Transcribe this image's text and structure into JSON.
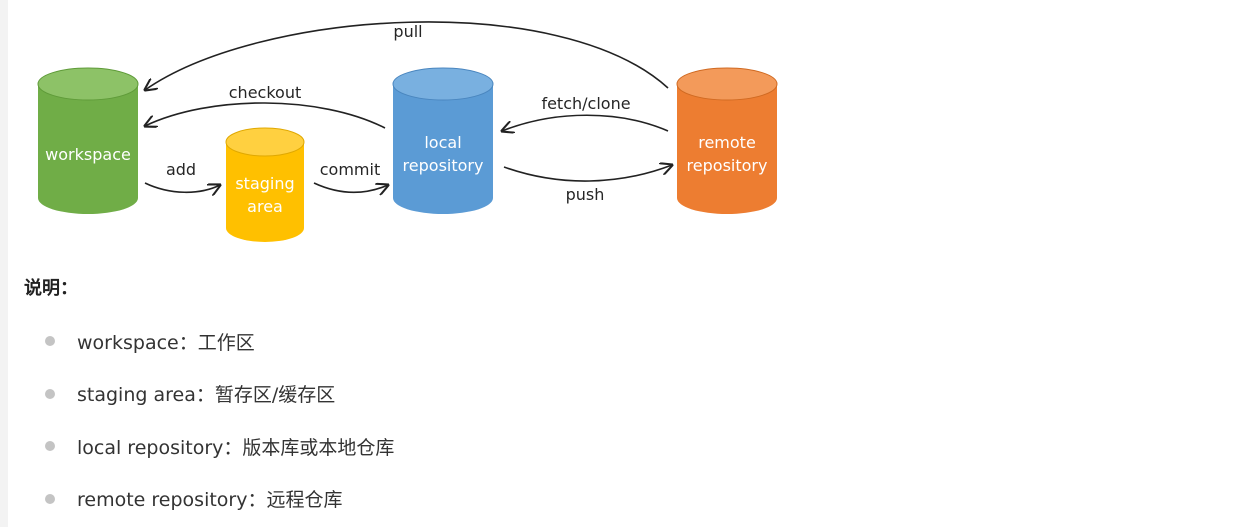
{
  "diagram": {
    "nodes": {
      "workspace": {
        "label": "workspace",
        "color": "#70ad47"
      },
      "staging": {
        "label_line1": "staging",
        "label_line2": "area",
        "color": "#ffc000"
      },
      "local": {
        "label_line1": "local",
        "label_line2": "repository",
        "color": "#5b9bd5"
      },
      "remote": {
        "label_line1": "remote",
        "label_line2": "repository",
        "color": "#ed7d31"
      }
    },
    "arrows": {
      "pull": "pull",
      "checkout": "checkout",
      "fetch_clone": "fetch/clone",
      "add": "add",
      "commit": "commit",
      "push": "push"
    }
  },
  "description": {
    "heading": "说明：",
    "items": [
      "workspace：工作区",
      "staging area：暂存区/缓存区",
      "local repository：版本库或本地仓库",
      "remote repository：远程仓库"
    ]
  }
}
